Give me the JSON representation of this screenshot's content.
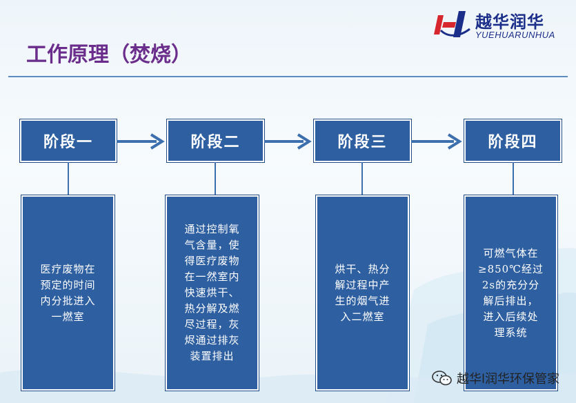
{
  "header": {
    "title": "工作原理（焚烧）",
    "logo_cn": "越华润华",
    "logo_en": "YUEHUARUNHUA"
  },
  "stages": [
    {
      "label": "阶段一",
      "description": "医疗废物在\n预定的时间\n内分批进入\n一燃室"
    },
    {
      "label": "阶段二",
      "description": "通过控制氧\n气含量，使\n得医疗废物\n在一然室内\n快速烘干、\n热分解及燃\n尽过程，灰\n烬通过排灰\n装置排出"
    },
    {
      "label": "阶段三",
      "description": "烘干、热分\n解过程中产\n生的烟气进\n入二燃室"
    },
    {
      "label": "阶段四",
      "description": "可燃气体在\n≥850℃经过\n2s的充分分\n解后排出，\n进入后续处\n理系统"
    }
  ],
  "watermark": {
    "text": "越华l润华环保管家"
  },
  "colors": {
    "box": "#2e5fa0",
    "title": "#6b2d8c",
    "arrow": "#3d6fae",
    "brand": "#1b2f8a",
    "brand_red": "#d8262e"
  }
}
